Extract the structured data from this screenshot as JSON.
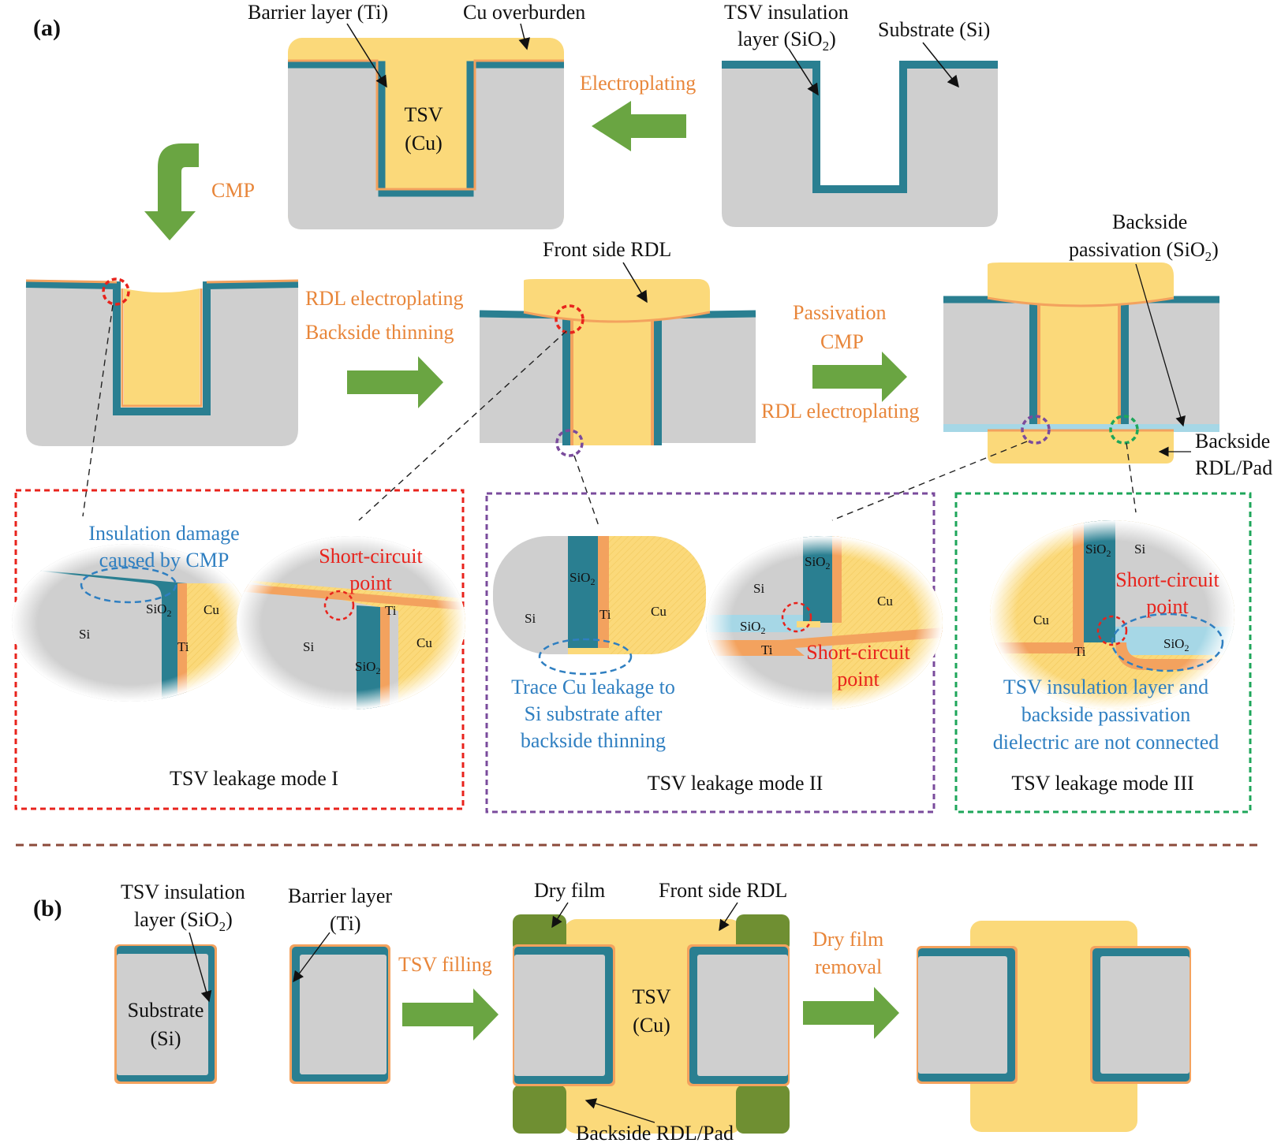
{
  "colors": {
    "silicon": "#cfcfcf",
    "oxide": "#2a7f91",
    "barrier": "#f3a25e",
    "copper": "#fbd97a",
    "passivation": "#a6d7e6",
    "dry_film": "#6f8f32",
    "arrow": "#6aa542",
    "process_text": "#e8863a",
    "damage_text": "#2f7fc1",
    "short_text": "#e8231c",
    "mode1_frame": "#e8231c",
    "mode2_frame": "#7a4b9c",
    "mode3_frame": "#1ea65a",
    "divider": "#8b4a3a"
  },
  "panel_a": {
    "label": "(a)",
    "barrier_layer": "Barrier layer (Ti)",
    "cu_overburden": "Cu overburden",
    "tsv_line1": "TSV",
    "tsv_line2": "(Cu)",
    "tsv_insulation_line1": "TSV insulation",
    "tsv_insulation_line2": "layer (SiO",
    "tsv_insulation_sub": "2",
    "tsv_insulation_end": ")",
    "substrate": "Substrate (Si)",
    "step_electroplating": "Electroplating",
    "step_cmp": "CMP",
    "step_rdl_electroplating": "RDL electroplating",
    "step_backside_thinning": "Backside thinning",
    "front_side_rdl": "Front side RDL",
    "step_passivation": "Passivation",
    "step_cmp2": "CMP",
    "step_rdl_electroplating2": "RDL electroplating",
    "backside_passivation_line1": "Backside",
    "backside_passivation_line2": "passivation (SiO",
    "backside_passivation_sub": "2",
    "backside_passivation_end": ")",
    "backside_rdl_line1": "Backside",
    "backside_rdl_line2": "RDL/Pad"
  },
  "modes": {
    "mode1_title": "TSV leakage mode I",
    "mode2_title": "TSV leakage mode II",
    "mode3_title": "TSV leakage mode III",
    "insulation_damage_line1": "Insulation damage",
    "insulation_damage_line2": "caused by CMP",
    "short_point_line1": "Short-circuit",
    "short_point_line2": "point",
    "trace_cu_line1": "Trace Cu leakage to",
    "trace_cu_line2": "Si substrate after",
    "trace_cu_line3": "backside thinning",
    "not_connected_line1": "TSV insulation layer and",
    "not_connected_line2": "backside passivation",
    "not_connected_line3": "dielectric are not connected",
    "si": "Si",
    "cu": "Cu",
    "ti": "Ti",
    "sio": "SiO",
    "sub2": "2"
  },
  "panel_b": {
    "label": "(b)",
    "tsv_insulation_line1": "TSV insulation",
    "tsv_insulation_line2": "layer (SiO",
    "tsv_insulation_sub": "2",
    "tsv_insulation_end": ")",
    "barrier_line1": "Barrier layer",
    "barrier_line2": "(Ti)",
    "substrate_line1": "Substrate",
    "substrate_line2": "(Si)",
    "step_tsv_filling": "TSV filling",
    "dry_film": "Dry film",
    "front_side_rdl": "Front side RDL",
    "tsv_line1": "TSV",
    "tsv_line2": "(Cu)",
    "backside_rdl": "Backside RDL/Pad",
    "step_dry_film_line1": "Dry film",
    "step_dry_film_line2": "removal"
  }
}
